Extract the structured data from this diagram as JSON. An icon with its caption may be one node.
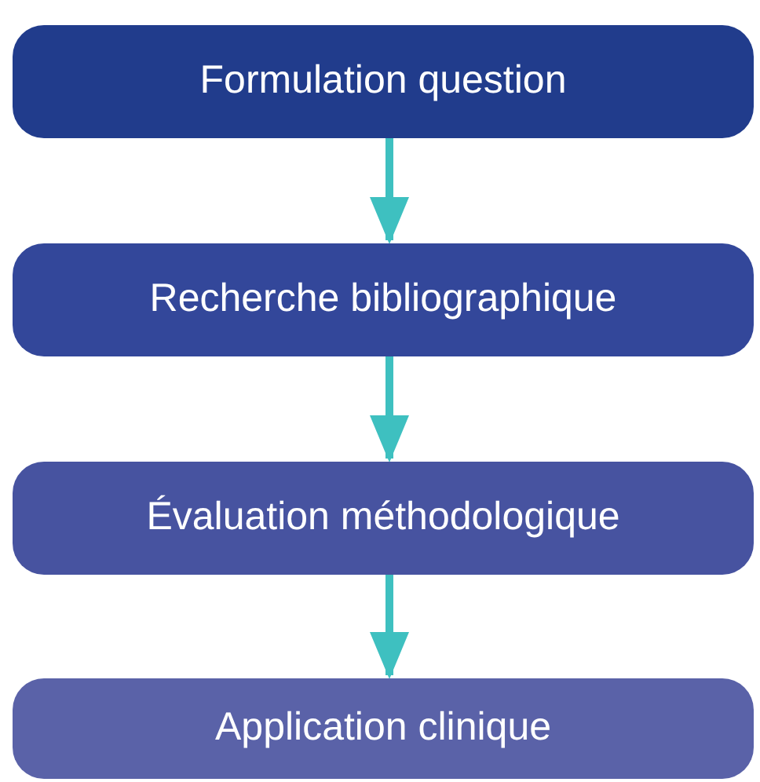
{
  "diagram": {
    "nodes": [
      {
        "text": [
          "Formulation question"
        ]
      },
      {
        "text": [
          "Recherche bibliographique"
        ]
      },
      {
        "text": [
          "Évaluation méthodologique"
        ]
      },
      {
        "text": [
          "Application clinique"
        ]
      }
    ],
    "edges": [
      {
        "from": 0,
        "to": 1,
        "arrow": "to"
      },
      {
        "from": 1,
        "to": 2,
        "arrow": "to"
      },
      {
        "from": 2,
        "to": 3,
        "arrow": "to"
      }
    ]
  }
}
